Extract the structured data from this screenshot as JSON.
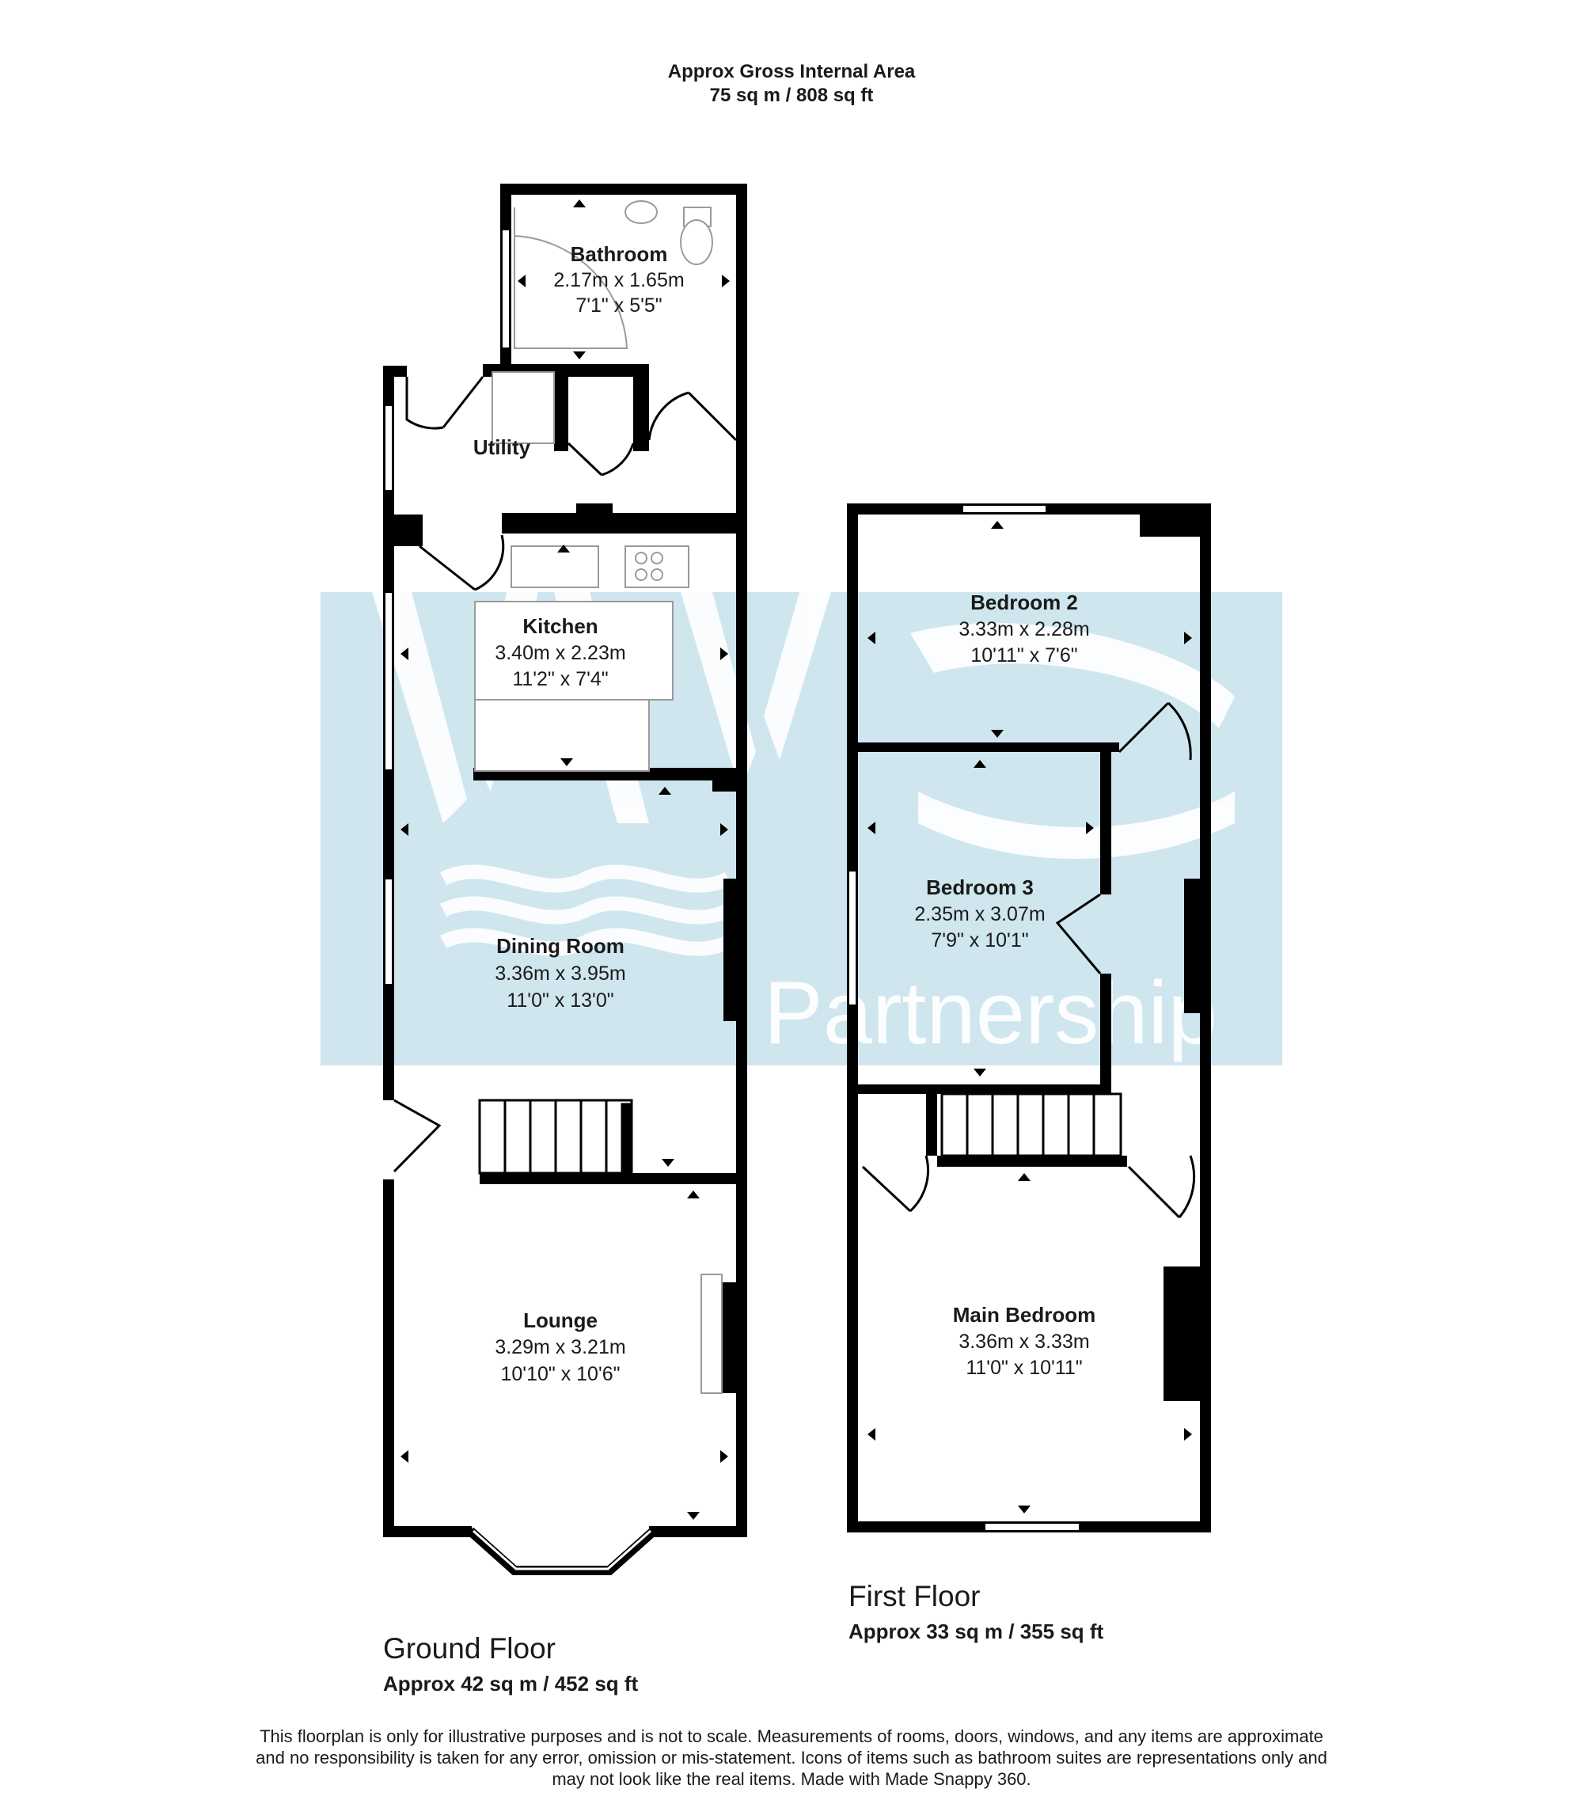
{
  "header": {
    "line1": "Approx Gross Internal Area",
    "line2": "75 sq m / 808 sq ft"
  },
  "watermark": {
    "logo_text": "WAVE",
    "sub_text": "Partnership",
    "color": "#cfe6ef"
  },
  "ground_floor": {
    "title": "Ground Floor",
    "area": "Approx 42 sq m / 452 sq ft",
    "rooms": [
      {
        "name": "Bathroom",
        "metric": "2.17m x 1.65m",
        "imperial": "7'1\" x 5'5\""
      },
      {
        "name": "Utility"
      },
      {
        "name": "Kitchen",
        "metric": "3.40m x 2.23m",
        "imperial": "11'2\" x 7'4\""
      },
      {
        "name": "Dining Room",
        "metric": "3.36m x 3.95m",
        "imperial": "11'0\" x 13'0\""
      },
      {
        "name": "Lounge",
        "metric": "3.29m x 3.21m",
        "imperial": "10'10\" x 10'6\""
      }
    ]
  },
  "first_floor": {
    "title": "First Floor",
    "area": "Approx 33 sq m / 355 sq ft",
    "rooms": [
      {
        "name": "Bedroom 2",
        "metric": "3.33m x 2.28m",
        "imperial": "10'11\" x 7'6\""
      },
      {
        "name": "Bedroom 3",
        "metric": "2.35m x 3.07m",
        "imperial": "7'9\" x 10'1\""
      },
      {
        "name": "Main Bedroom",
        "metric": "3.36m x 3.33m",
        "imperial": "11'0\" x 10'11\""
      }
    ]
  },
  "disclaimer": {
    "line1": "This floorplan is only for illustrative purposes and is not to scale. Measurements of rooms, doors, windows, and any items are approximate",
    "line2": "and no responsibility is taken for any error, omission or mis-statement. Icons of items such as bathroom suites are representations only and",
    "line3": "may not look like the real items. Made with Made Snappy 360."
  },
  "colors": {
    "wall": "#000000",
    "fixture": "#9a9a9a",
    "text": "#1a1a1a"
  }
}
